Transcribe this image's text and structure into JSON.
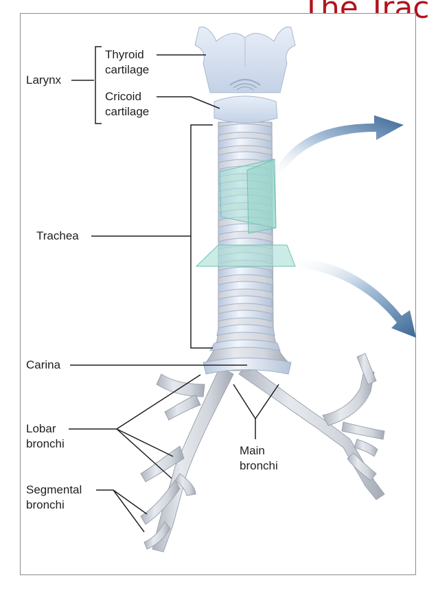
{
  "slide_title": "The Trac",
  "labels": {
    "larynx": "Larynx",
    "thyroid_cartilage": [
      "Thyroid",
      "cartilage"
    ],
    "cricoid_cartilage": [
      "Cricoid",
      "cartilage"
    ],
    "trachea": "Trachea",
    "carina": "Carina",
    "lobar_bronchi": [
      "Lobar",
      "bronchi"
    ],
    "main_bronchi": [
      "Main",
      "bronchi"
    ],
    "segmental_bronchi": [
      "Segmental",
      "bronchi"
    ]
  },
  "colors": {
    "title": "#b0141e",
    "cartilage": "#e3ebf6",
    "cartilage_shadow": "#b9c8dd",
    "airway_gray": "#c9ccd2",
    "section_plane": "#a8e0d6",
    "arrow_blue": "#3f6f9e",
    "leader_lines": "#1e1e1e"
  }
}
